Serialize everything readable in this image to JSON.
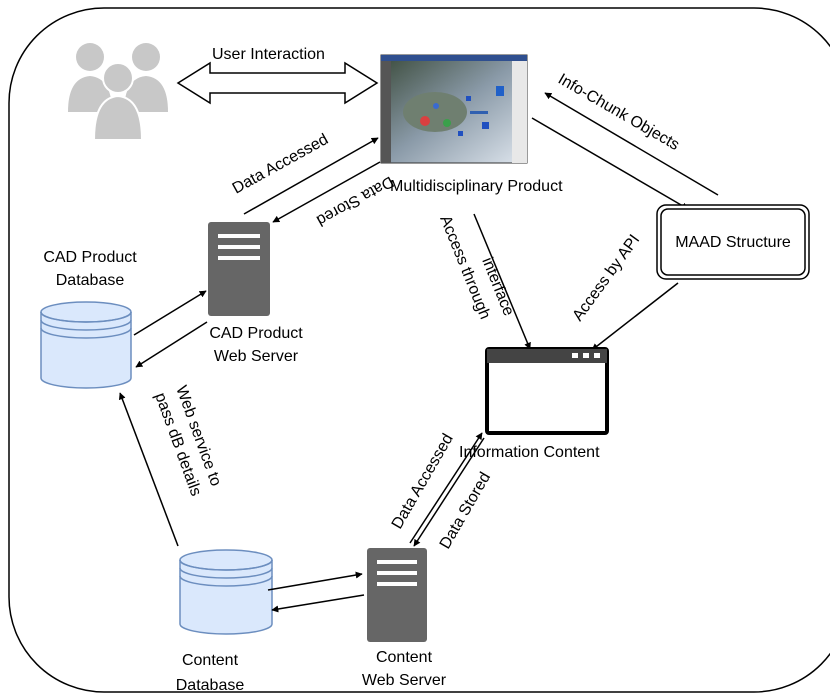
{
  "labels": {
    "user_interaction": "User Interaction",
    "info_chunk_objects": "Info-Chunk Objects",
    "data_accessed_top": "Data Accessed",
    "data_stored_top": "Data Stored",
    "multidisciplinary_product": "Multidisciplinary Product",
    "access_through_line1": "Access through",
    "access_through_line2": "interface",
    "access_by_api": "Access by API",
    "maad_structure": "MAAD Structure",
    "cad_db_line1": "CAD Product",
    "cad_db_line2": "Database",
    "cad_server_line1": "CAD Product",
    "cad_server_line2": "Web Server",
    "web_service_line1": "Web service to",
    "web_service_line2": "pass dB details",
    "information_content": "Information Content",
    "data_accessed_bottom": "Data Accessed",
    "data_stored_bottom": "Data Stored",
    "content_db_line1": "Content",
    "content_db_line2": "Database",
    "content_server_line1": "Content",
    "content_server_line2": "Web Server"
  },
  "icons": {
    "users": "users-group-icon",
    "product_screenshot": "product-screenshot-image",
    "server": "server-icon",
    "database": "database-cylinder-icon",
    "browser": "browser-window-icon"
  },
  "colors": {
    "server_fill": "#666666",
    "database_fill": "#dae8fc",
    "database_stroke": "#6c8ebf",
    "users_fill": "#c8c8c8"
  }
}
